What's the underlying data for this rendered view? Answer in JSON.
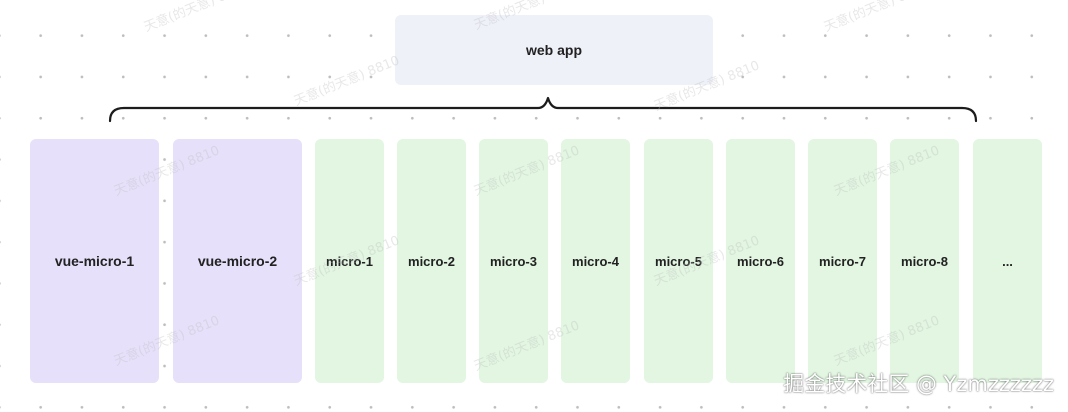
{
  "diagram": {
    "root": "web app",
    "children": [
      {
        "label": "vue-micro-1",
        "kind": "vue"
      },
      {
        "label": "vue-micro-2",
        "kind": "vue"
      },
      {
        "label": "micro-1",
        "kind": "micro"
      },
      {
        "label": "micro-2",
        "kind": "micro"
      },
      {
        "label": "micro-3",
        "kind": "micro"
      },
      {
        "label": "micro-4",
        "kind": "micro"
      },
      {
        "label": "micro-5",
        "kind": "micro"
      },
      {
        "label": "micro-6",
        "kind": "micro"
      },
      {
        "label": "micro-7",
        "kind": "micro"
      },
      {
        "label": "micro-8",
        "kind": "micro"
      },
      {
        "label": "...",
        "kind": "micro"
      }
    ]
  },
  "colors": {
    "root_fill": "#eff1f9",
    "vue_fill": "#e7e0fb",
    "micro_fill": "#e2f6e2",
    "brace_stroke": "#1c1c1c"
  },
  "watermark": "掘金技术社区 @ Yzmzzzzzz"
}
